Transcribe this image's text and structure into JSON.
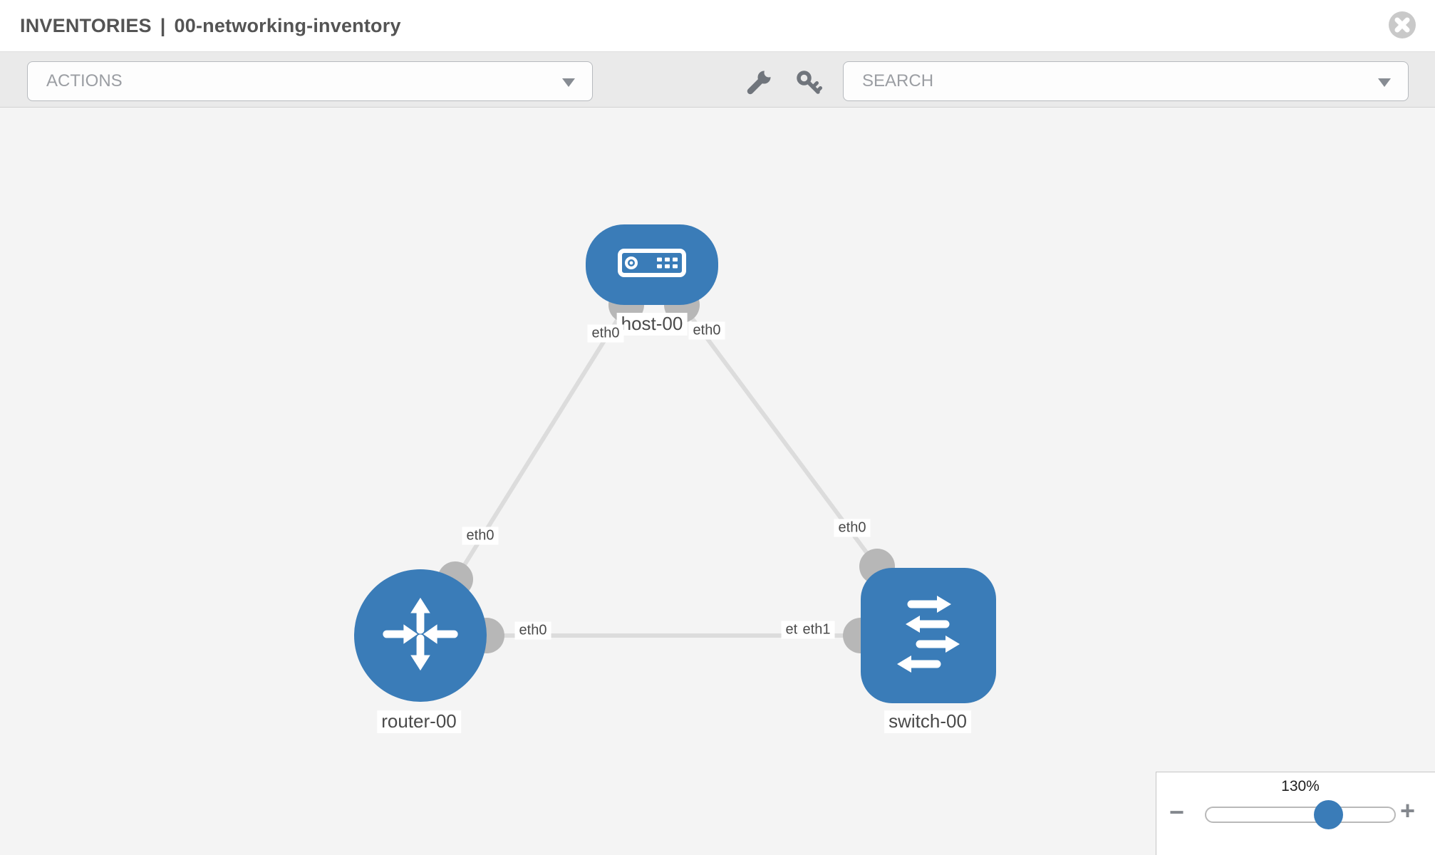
{
  "header": {
    "app_section": "INVENTORIES",
    "separator": "|",
    "inventory_name": "00-networking-inventory"
  },
  "toolbar": {
    "actions_label": "ACTIONS",
    "search_placeholder": "SEARCH",
    "tool_icons": [
      "wrench-icon",
      "key-icon"
    ]
  },
  "topology": {
    "nodes": [
      {
        "id": "host-00",
        "label": "host-00",
        "type": "host",
        "shape": "rounded-rectangle"
      },
      {
        "id": "router-00",
        "label": "router-00",
        "type": "router",
        "shape": "circle"
      },
      {
        "id": "switch-00",
        "label": "switch-00",
        "type": "switch",
        "shape": "rounded-square"
      }
    ],
    "links": [
      {
        "from": "host-00",
        "to": "router-00",
        "from_interface": "eth0",
        "to_interface": "eth0"
      },
      {
        "from": "host-00",
        "to": "switch-00",
        "from_interface": "eth0",
        "to_interface": "eth0"
      },
      {
        "from": "router-00",
        "to": "switch-00",
        "from_interface": "eth0",
        "to_interface": "eth1",
        "to_interface_overlapped": "eth0"
      }
    ]
  },
  "zoom_control": {
    "level": "130%",
    "percent": 130,
    "minus_label": "−",
    "plus_label": "+"
  },
  "colors": {
    "node_blue": "#3a7cb8",
    "link_gray": "#dcdcdc",
    "endpoint_gray": "#b7b7b7",
    "canvas_bg": "#f4f4f4",
    "toolbar_bg": "#eaeaea"
  }
}
